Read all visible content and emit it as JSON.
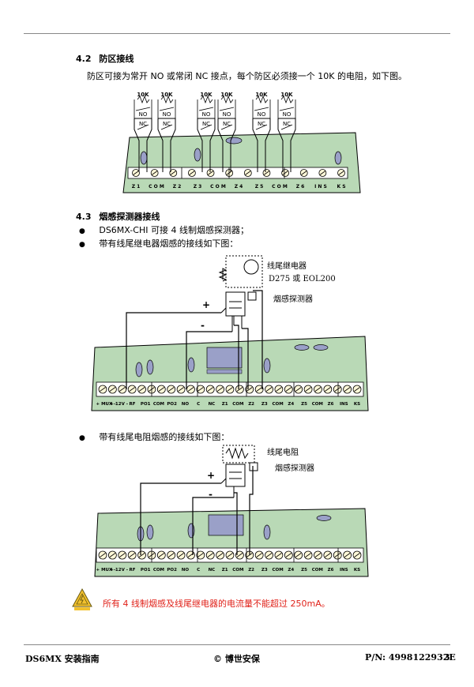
{
  "section_42": {
    "number": "4.2",
    "title": "防区接线",
    "body": "防区可接为常开 NO 或常闭 NC 接点，每个防区必须接一个 10K 的电阻，如下图。"
  },
  "diagram1": {
    "resistor_labels": [
      "10K",
      "10K",
      "10K",
      "10K",
      "10K",
      "10K"
    ],
    "no_labels": [
      "NO",
      "NO",
      "NO",
      "NO",
      "NO",
      "NO"
    ],
    "nc_labels": [
      "NC",
      "NC",
      "NC",
      "NC",
      "NC",
      "NC"
    ],
    "terminal_labels": [
      "Z 1",
      "C O M",
      "Z 2",
      "Z 3",
      "C O M",
      "Z 4",
      "Z 5",
      "C O M",
      "Z 6",
      "I N S",
      "K S"
    ]
  },
  "section_43": {
    "number": "4.3",
    "title": "烟感探测器接线",
    "bullets": [
      "DS6MX-CHI 可接 4 线制烟感探测器；",
      "带有线尾继电器烟感的接线如下图："
    ],
    "bullet3": "带有线尾电阻烟感的接线如下图："
  },
  "diagram2": {
    "relay_label": "线尾继电器",
    "relay_model": "D275 或 EOL200",
    "detector_label": "烟感探测器",
    "plus": "+",
    "minus": "-",
    "terminal_labels": [
      "+ MUX -",
      "+ 12V -",
      "RF",
      "PO1",
      "COM",
      "PO2",
      "NO",
      "C",
      "NC",
      "Z1",
      "COM",
      "Z2",
      "Z3",
      "COM",
      "Z4",
      "Z5",
      "COM",
      "Z6",
      "INS",
      "KS"
    ]
  },
  "diagram3": {
    "resistor_label": "线尾电阻",
    "detector_label": "烟感探测器",
    "plus": "+",
    "minus": "-",
    "terminal_labels": [
      "+ MUX -",
      "+ 12V -",
      "RF",
      "PO1",
      "COM",
      "PO2",
      "NO",
      "C",
      "NC",
      "Z1",
      "COM",
      "Z2",
      "Z3",
      "COM",
      "Z4",
      "Z5",
      "COM",
      "Z6",
      "INS",
      "KS"
    ]
  },
  "warning": {
    "text": "所有 4 线制烟感及线尾继电器的电流量不能超过 250mA。",
    "icon_color": "#f2c12e"
  },
  "footer": {
    "left": "DS6MX 安装指南",
    "center": "© 博世安保",
    "right": "P/N: 4998122932E",
    "page": "3"
  }
}
